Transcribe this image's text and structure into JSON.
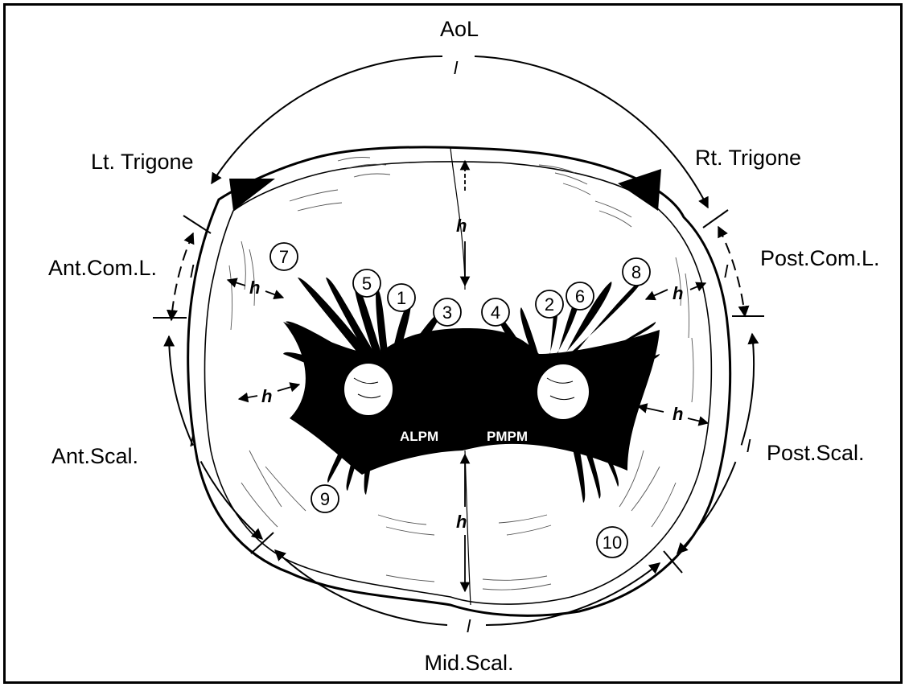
{
  "diagram": {
    "labels": {
      "aol": "AoL",
      "lt_trigone": "Lt. Trigone",
      "rt_trigone": "Rt. Trigone",
      "ant_com_l": "Ant.Com.L.",
      "post_com_l": "Post.Com.L.",
      "ant_scal": "Ant.Scal.",
      "post_scal": "Post.Scal.",
      "mid_scal": "Mid.Scal.",
      "alpm": "ALPM",
      "pmpm": "PMPM"
    },
    "length_symbol": "l",
    "height_symbol": "h",
    "chord_numbers": [
      "1",
      "2",
      "3",
      "4",
      "5",
      "6",
      "7",
      "8",
      "9",
      "10"
    ],
    "colors": {
      "ink": "#000000",
      "paper": "#ffffff"
    }
  }
}
